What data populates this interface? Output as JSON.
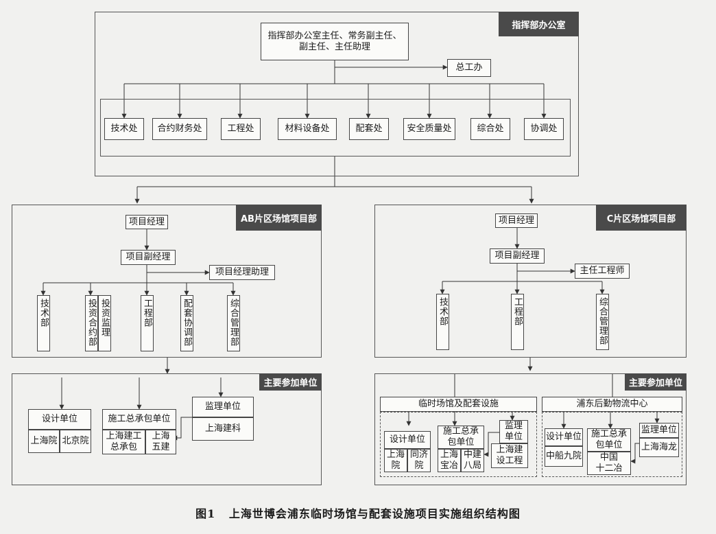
{
  "hq": {
    "tag": "指挥部办公室",
    "leader": "指挥部办公室主任、常务副主任、\n副主任、主任助理",
    "chief_engineer": "总工办",
    "departments": [
      "技术处",
      "合约财务处",
      "工程处",
      "材料设备处",
      "配套处",
      "安全质量处",
      "综合处",
      "协调处"
    ]
  },
  "ab": {
    "tag": "AB片区场馆项目部",
    "pm": "项目经理",
    "deputy": "项目副经理",
    "assistant": "项目经理助理",
    "departments": [
      "技术部",
      "投资合约部",
      "投资监理",
      "工程部",
      "配套协调部",
      "综合管理部"
    ]
  },
  "c": {
    "tag": "C片区场馆项目部",
    "pm": "项目经理",
    "deputy": "项目副经理",
    "engineer": "主任工程师",
    "departments": [
      "技术部",
      "工程部",
      "综合管理部"
    ]
  },
  "ab_units": {
    "tag": "主要参加单位",
    "design": "设计单位",
    "design_items": [
      "上海院",
      "北京院"
    ],
    "contractor": "施工总承包单位",
    "contractor_items": [
      "上海建工\n总承包",
      "上海\n五建"
    ],
    "supervisor": "监理单位",
    "supervisor_items": [
      "上海建科"
    ]
  },
  "c_units": {
    "tag": "主要参加单位",
    "temp": {
      "title": "临时场馆及配套设施",
      "design": "设计单位",
      "design_items": [
        "上海\n院",
        "同济\n院"
      ],
      "contractor": "施工总承\n包单位",
      "contractor_items": [
        "上海\n宝冶",
        "中建\n八局"
      ],
      "supervisor": "监理\n单位",
      "supervisor_items": [
        "上海建\n设工程"
      ]
    },
    "logistics": {
      "title": "浦东后勤物流中心",
      "design": "设计单位",
      "design_items": [
        "中船九院"
      ],
      "contractor": "施工总承\n包单位",
      "contractor_items": [
        "中国\n十二冶"
      ],
      "supervisor": "监理单位",
      "supervisor_items": [
        "上海海龙"
      ]
    }
  },
  "caption": {
    "figure": "图1",
    "title": "上海世博会浦东临时场馆与配套设施项目实施组织结构图"
  }
}
